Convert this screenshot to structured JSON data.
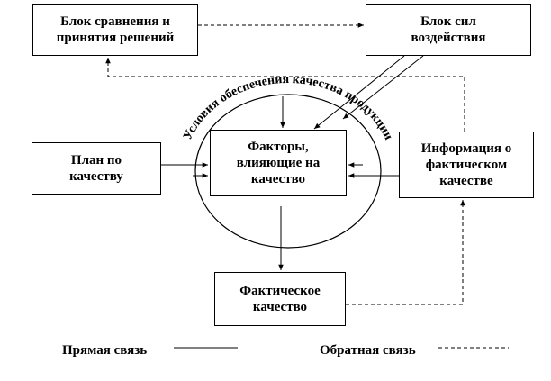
{
  "blocks": {
    "compare": "Блок сравнения и\nпринятия решений",
    "forces": "Блок сил\nвоздействия",
    "plan": "План по\nкачеству",
    "factors": "Факторы,\nвлияющие на\nкачество",
    "info": "Информация о\nфактическом\nкачестве",
    "actual": "Фактическое\nкачество"
  },
  "ellipse_label": "Условия обеспечения качества продукции",
  "legend": {
    "direct": "Прямая связь",
    "feedback": "Обратная связь"
  }
}
